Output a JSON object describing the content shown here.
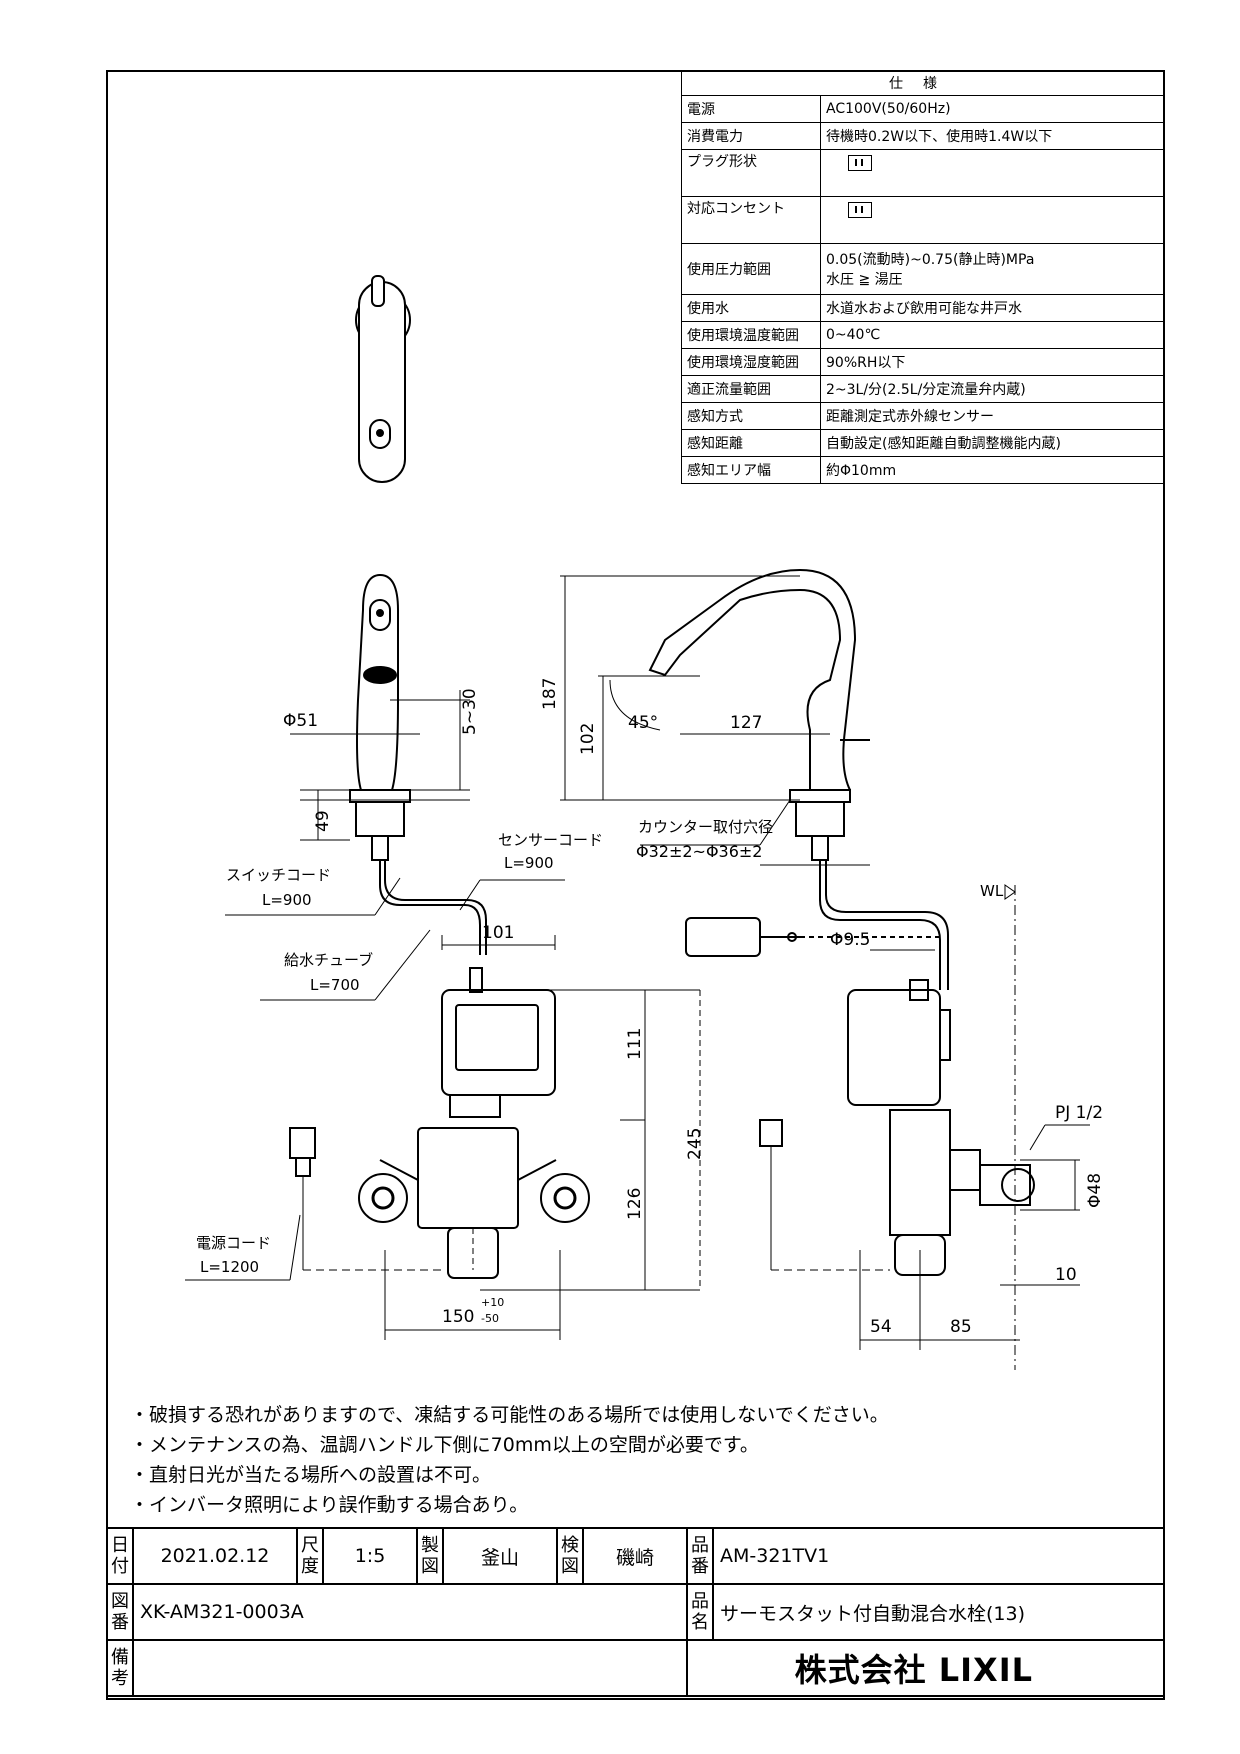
{
  "spec": {
    "header": "仕様",
    "rows": [
      {
        "key": "電源",
        "value": "AC100V(50/60Hz)"
      },
      {
        "key": "消費電力",
        "value": "待機時0.2W以下、使用時1.4W以下"
      },
      {
        "key": "プラグ形状",
        "value": ""
      },
      {
        "key": "対応コンセント",
        "value": ""
      },
      {
        "key": "使用圧力範囲",
        "value": "0.05(流動時)~0.75(静止時)MPa",
        "value2": "水圧 ≧ 湯圧"
      },
      {
        "key": "使用水",
        "value": "水道水および飲用可能な井戸水"
      },
      {
        "key": "使用環境温度範囲",
        "value": "0~40℃"
      },
      {
        "key": "使用環境湿度範囲",
        "value": "90%RH以下"
      },
      {
        "key": "適正流量範囲",
        "value": "2~3L/分(2.5L/分定流量弁内蔵)"
      },
      {
        "key": "感知方式",
        "value": "距離測定式赤外線センサー"
      },
      {
        "key": "感知距離",
        "value": "自動設定(感知距離自動調整機能内蔵)"
      },
      {
        "key": "感知エリア幅",
        "value": "約Φ10mm"
      }
    ]
  },
  "drawing": {
    "dim_d51": "Φ51",
    "dim_5_30": "5~30",
    "dim_49": "49",
    "sensor_cord": "センサーコード",
    "sensor_cord_len": "L=900",
    "switch_cord": "スイッチコード",
    "switch_cord_len": "L=900",
    "dim_101": "101",
    "supply_tube": "給水チューブ",
    "supply_tube_len": "L=700",
    "dim_111": "111",
    "dim_245": "245",
    "dim_126": "126",
    "power_cord": "電源コード",
    "power_cord_len": "L=1200",
    "dim_150": "150",
    "dim_150_tol_up": "+10",
    "dim_150_tol_dn": "-50",
    "dim_187": "187",
    "dim_102": "102",
    "dim_45": "45°",
    "dim_127": "127",
    "counter_hole": "カウンター取付穴径",
    "counter_hole_dim": "Φ32±2~Φ36±2",
    "wl": "WL",
    "dim_d95": "Φ9.5",
    "pj": "PJ 1/2",
    "dim_d48": "Φ48",
    "dim_10": "10",
    "dim_54": "54",
    "dim_85": "85"
  },
  "notes": [
    "破損する恐れがありますので、凍結する可能性のある場所では使用しないでください。",
    "メンテナンスの為、温調ハンドル下側に70mm以上の空間が必要です。",
    "直射日光が当たる場所への設置は不可。",
    "インバータ照明により誤作動する場合あり。"
  ],
  "title_block": {
    "date_label": "日付",
    "date": "2021.02.12",
    "scale_label": "尺度",
    "scale": "1:5",
    "drawn_label": "製図",
    "drawn": "釜山",
    "checked_label": "検図",
    "checked": "磯崎",
    "part_no_label": "品番",
    "part_no": "AM-321TV1",
    "drawing_no_label": "図番",
    "drawing_no": "XK-AM321-0003A",
    "product_name_label": "品名",
    "product_name": "サーモスタット付自動混合水栓(13)",
    "remarks_label": "備考",
    "company": "株式会社 LIXIL"
  }
}
